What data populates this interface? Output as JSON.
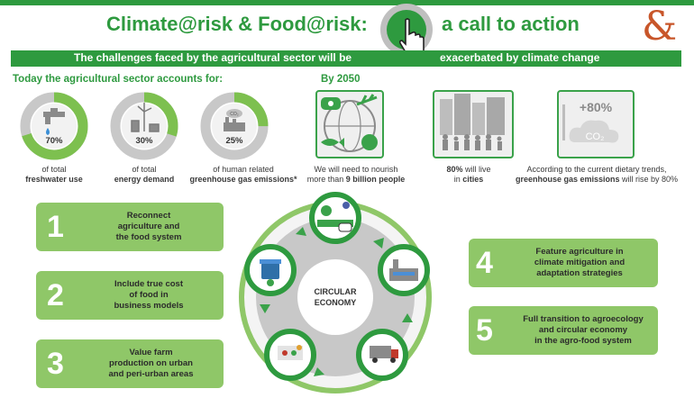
{
  "header": {
    "title_left": "Climate@risk & Food@risk:",
    "title_right": "a call to action",
    "logo": "&",
    "banner_left": "The challenges faced by the agricultural sector will be",
    "banner_right": "exacerbated by climate change"
  },
  "today": {
    "heading": "Today the agricultural sector accounts for:",
    "stats": [
      {
        "value": "70%",
        "level": 0.7,
        "caption_line1": "of total",
        "caption_line2": "freshwater use",
        "icon": "water-tap-icon"
      },
      {
        "value": "30%",
        "level": 0.3,
        "caption_line1": "of total",
        "caption_line2": "energy demand",
        "icon": "wind-turbine-icon"
      },
      {
        "value": "25%",
        "level": 0.25,
        "caption_line1": "of human related",
        "caption_line2": "greenhouse gas emissions*",
        "icon": "co2-factory-icon"
      }
    ]
  },
  "future": {
    "heading": "By 2050",
    "items": [
      {
        "line1": "We will need to nourish",
        "line2_pre": "more than ",
        "line2_bold": "9 billion people",
        "icon": "globe-food-icon"
      },
      {
        "line1_bold": "80%",
        "line1_post": " will live",
        "line2_pre": "in ",
        "line2_bold": "cities",
        "icon": "city-people-icon"
      },
      {
        "line1": "According to the current dietary trends,",
        "line2_bold": "greenhouse gas emissions",
        "line2_post": " will rise by 80%",
        "icon": "co2-cloud-icon",
        "icon_text": "+80%",
        "cloud_text": "CO₂"
      }
    ]
  },
  "actions_left": [
    {
      "num": "1",
      "text": [
        "Reconnect",
        "agriculture and",
        "the food system"
      ]
    },
    {
      "num": "2",
      "text": [
        "Include true cost",
        "of food in",
        "business models"
      ]
    },
    {
      "num": "3",
      "text": [
        "Value farm",
        "production on urban",
        "and peri-urban areas"
      ]
    }
  ],
  "actions_right": [
    {
      "num": "4",
      "text": [
        "Feature agriculture in",
        "climate mitigation and",
        "adaptation strategies"
      ]
    },
    {
      "num": "5",
      "text": [
        "Full transition to agroecology",
        "and circular economy",
        "in the agro-food system"
      ]
    }
  ],
  "circle": {
    "label_line1": "CIRCULAR",
    "label_line2": "ECONOMY",
    "stages": [
      "farm-icon",
      "factory-icon",
      "truck-icon",
      "market-icon",
      "compost-icon"
    ]
  },
  "colors": {
    "green": "#2e9a3f",
    "light_green": "#8fc768",
    "grey": "#c8c8c8",
    "logo": "#c8562a"
  }
}
